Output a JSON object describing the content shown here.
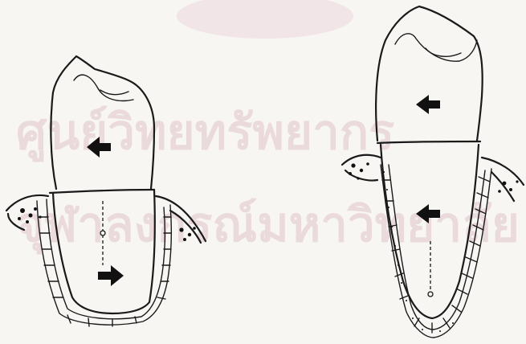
{
  "figure": {
    "watermark": {
      "line1": "ศูนย์วิทยทรัพยากร",
      "line2": "จุฬาลงกรณ์มหาวิทยาลัย"
    },
    "teeth": [
      {
        "id": "left-tooth",
        "arrow_crown_direction": "left",
        "arrow_root_direction": "right"
      },
      {
        "id": "right-tooth",
        "arrow_crown_direction": "left",
        "arrow_root_direction": "left"
      }
    ]
  }
}
